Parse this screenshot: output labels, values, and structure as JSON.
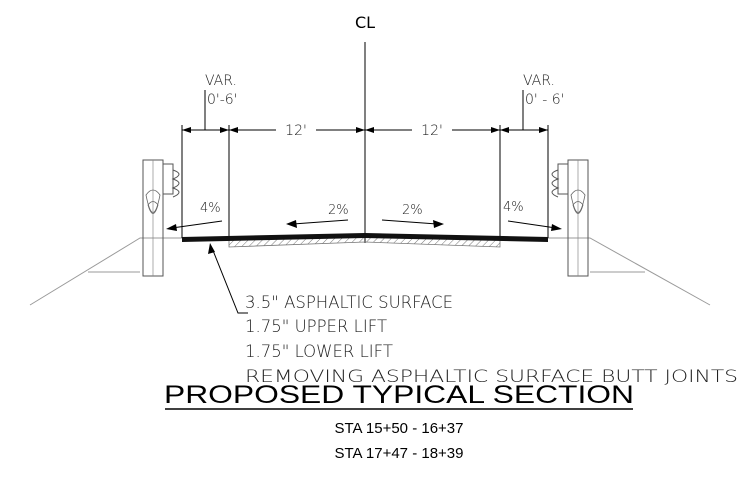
{
  "diagram": {
    "centerline_label": "CL",
    "left_var_label": "VAR.",
    "left_var_range": "0'-6'",
    "right_var_label": "VAR.",
    "right_var_range": "0' - 6'",
    "left_lane_width": "12'",
    "right_lane_width": "12'",
    "left_shoulder_slope": "4%",
    "left_lane_slope": "2%",
    "right_lane_slope": "2%",
    "right_shoulder_slope": "4%",
    "callouts": [
      "3.5\" ASPHALTIC SURFACE",
      "1.75\" UPPER LIFT",
      "1.75\" LOWER LIFT",
      "REMOVING ASPHALTIC SURFACE BUTT JOINTS"
    ],
    "title": "PROPOSED TYPICAL SECTION",
    "stations": [
      "STA 15+50 - 16+37",
      "STA 17+47 - 18+39"
    ]
  },
  "colors": {
    "line": "#000000",
    "ground": "#9a9a9a",
    "pavement": "#111111",
    "hatch": "#777777"
  }
}
